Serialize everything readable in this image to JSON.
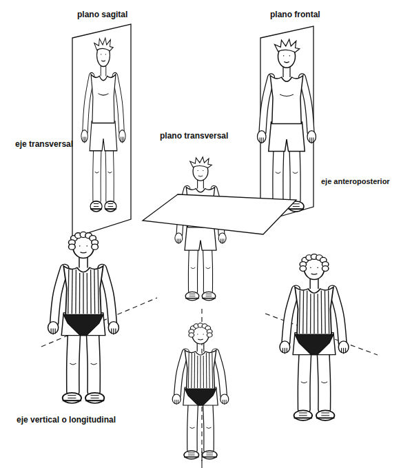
{
  "diagram": {
    "labels": [
      "plano sagital",
      "plano frontal",
      "plano transversal",
      "eje transversal",
      "eje anteroposterior",
      "eje vertical o longitudinal"
    ]
  }
}
